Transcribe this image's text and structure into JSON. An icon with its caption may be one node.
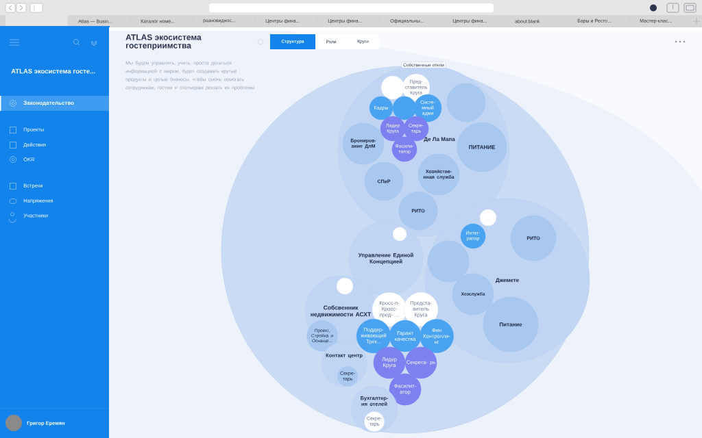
{
  "diagram": {
    "title": "ATLAS экосистема гостеприимства",
    "nodes": [
      {
        "text": [],
        "shape": "circle"
      },
      {
        "text": [
          "Собственные отели"
        ],
        "in": 0
      },
      {
        "text": [
          "Брониров- ание ДлМ"
        ],
        "in": 1
      },
      {
        "text": [
          "Хозяйстве- нная служба"
        ],
        "in": 1
      },
      {
        "text": [
          "СПиР"
        ],
        "in": 1
      },
      {
        "text": [
          "РИТО"
        ],
        "in": 1
      },
      {
        "text": [
          "ПИТАНИЕ"
        ],
        "in": 1
      },
      {
        "text": [],
        "shape": "circle",
        "in": 1
      },
      {
        "text": [],
        "shape": "circle",
        "in": 1
      },
      {
        "text": [
          "Пред- ставитель Круга"
        ],
        "in": 1
      },
      {
        "text": [
          "Кадры"
        ],
        "in": 1
      },
      {
        "text": [],
        "shape": "circle",
        "in": 1
      },
      {
        "text": [
          "Систе- мный адми"
        ],
        "in": 1
      },
      {
        "text": [
          "Лидер Круга"
        ],
        "in": 1
      },
      {
        "text": [
          "Секре- тарь"
        ],
        "in": 1
      },
      {
        "text": [
          "Фасили- татор"
        ],
        "in": 1
      },
      {
        "text": [
          "Управление Единой Концепцией"
        ],
        "in": 0
      },
      {
        "text": [],
        "shape": "circle",
        "in": 16
      },
      {
        "text": [
          "Джемете"
        ],
        "in": 0
      },
      {
        "text": [
          "РИТО"
        ],
        "in": 18
      },
      {
        "text": [
          "Хозслужба"
        ],
        "in": 18
      },
      {
        "text": [
          "Питание"
        ],
        "in": 18
      },
      {
        "text": [
          "Интег- ратор"
        ],
        "in": 18
      },
      {
        "text": [],
        "shape": "circle",
        "in": 18
      },
      {
        "text": [],
        "shape": "circle",
        "in": 18
      },
      {
        "text": [
          "Собсвенник недвижимости АСХТ"
        ],
        "in": 0
      },
      {
        "text": [
          "Проект, Стройка и Оснаще..."
        ],
        "in": 25
      },
      {
        "text": [],
        "shape": "circle",
        "in": 25
      },
      {
        "text": [
          "Кросс-п- Кросс-пред- ..."
        ],
        "in": 0
      },
      {
        "text": [
          "Предста- витель Круга"
        ],
        "in": 0
      },
      {
        "text": [
          "Поддер- живающий Трек..."
        ],
        "in": 0
      },
      {
        "text": [
          "Гарант качества"
        ],
        "in": 0
      },
      {
        "text": [
          "Фин Контролли- нг"
        ],
        "in": 0
      },
      {
        "text": [
          "Лидер Круга"
        ],
        "in": 0
      },
      {
        "text": [
          "Секрета- рь"
        ],
        "in": 0
      },
      {
        "text": [
          "Фасилит- атор"
        ],
        "in": 0
      },
      {
        "text": [
          "Контакт центр"
        ],
        "in": 0
      },
      {
        "text": [
          "Секре- тарь"
        ],
        "in": 36
      },
      {
        "text": [
          "Бухгалтер- ия отелей"
        ],
        "in": 0
      },
      {
        "text": [
          "Секре- тарь"
        ],
        "in": 38
      }
    ],
    "labels": [
      "Atlas — Busin...",
      "Каталог номе...",
      "разновиднос...",
      "Центры фина...",
      "Центры фина...",
      "Официальны...",
      "Центры фина...",
      "about:blank",
      "Бары и Ресто...",
      "Мастер-клас...",
      "ATLAS экосистема госте...",
      "Законодательство",
      "Проекты",
      "Действия",
      "OKR",
      "Встречи",
      "Напряжения",
      "Участники",
      "Григор Еремян",
      "Мы будем управлять, учить, просто делиться информацией с миром, будет создавать крутые продукты и целые бизнесы, чтобы смочь помогать сотрудникам, гостям и отельерам решать их проблемы",
      "Структура",
      "Роли",
      "Круги",
      "Де Ла Мапа"
    ]
  }
}
